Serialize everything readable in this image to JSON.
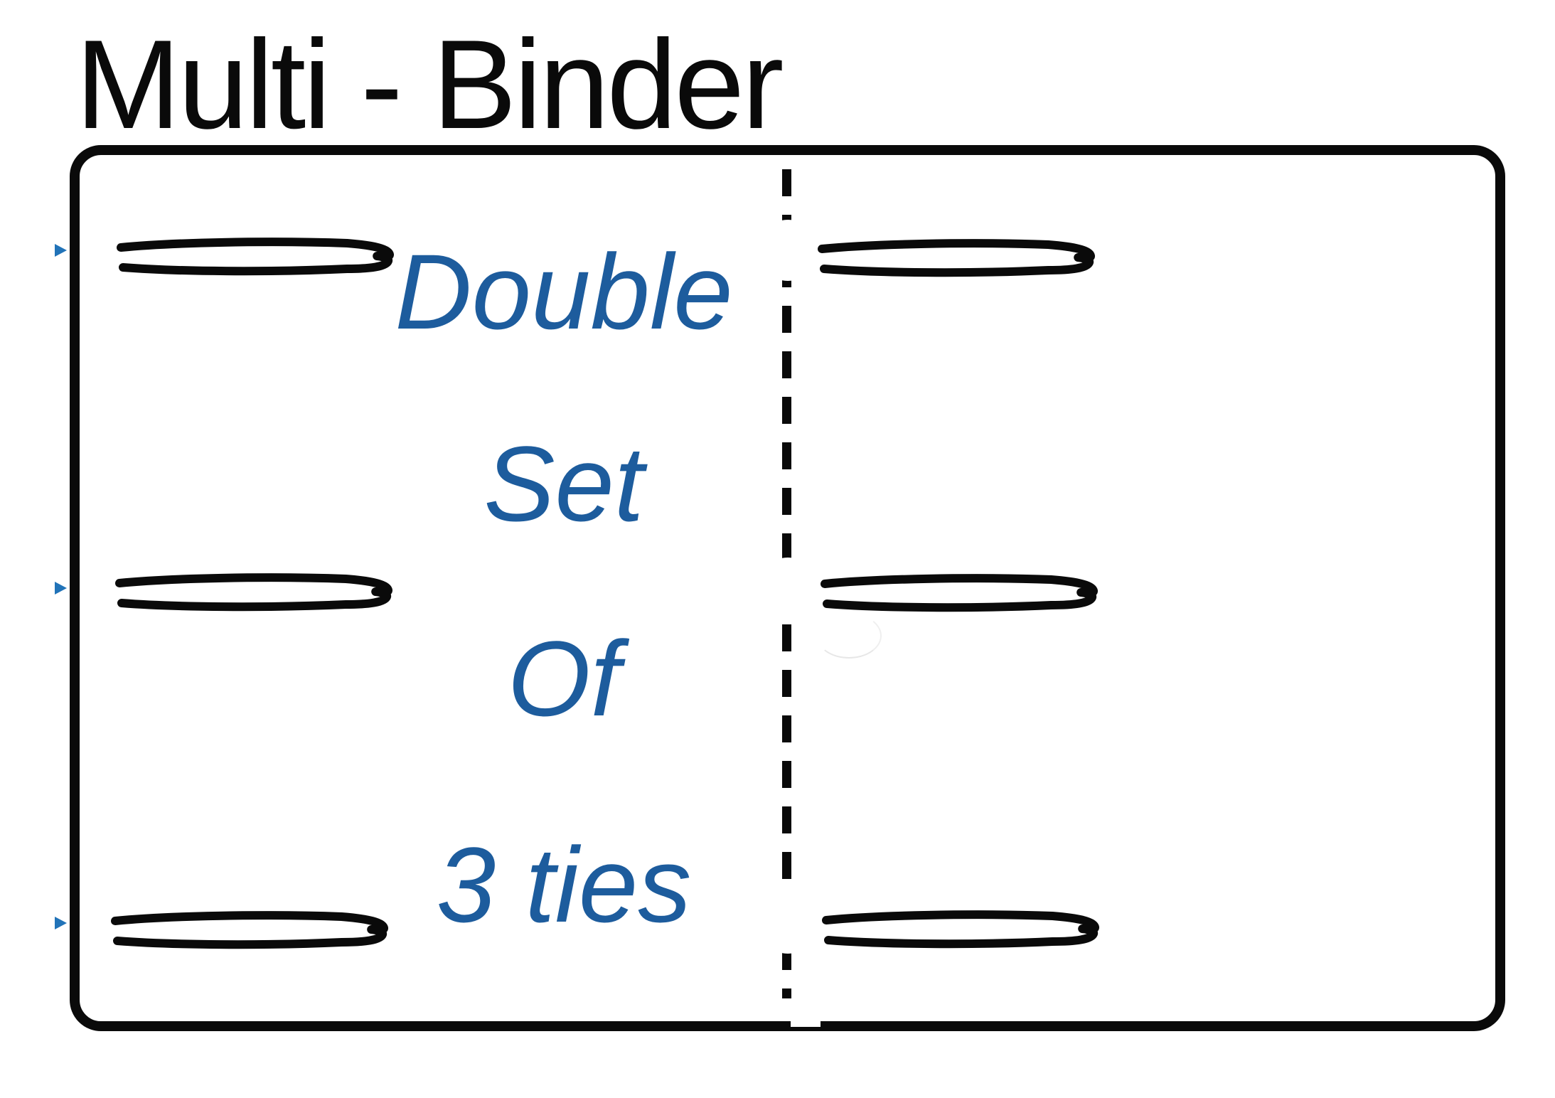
{
  "title": "Multi - Binder",
  "annotation": {
    "lines": [
      "Double",
      "Set",
      "Of",
      "3 ties"
    ]
  },
  "diagram": {
    "tie_rows_per_side": 3,
    "sides": 2,
    "ties_total": 6,
    "fold_style": "dashed-vertical-line"
  },
  "colors": {
    "ink": "#0a0a0a",
    "label-blue": "#1d5c9d",
    "arrow-blue": "#2173b8",
    "bg": "#ffffff"
  }
}
